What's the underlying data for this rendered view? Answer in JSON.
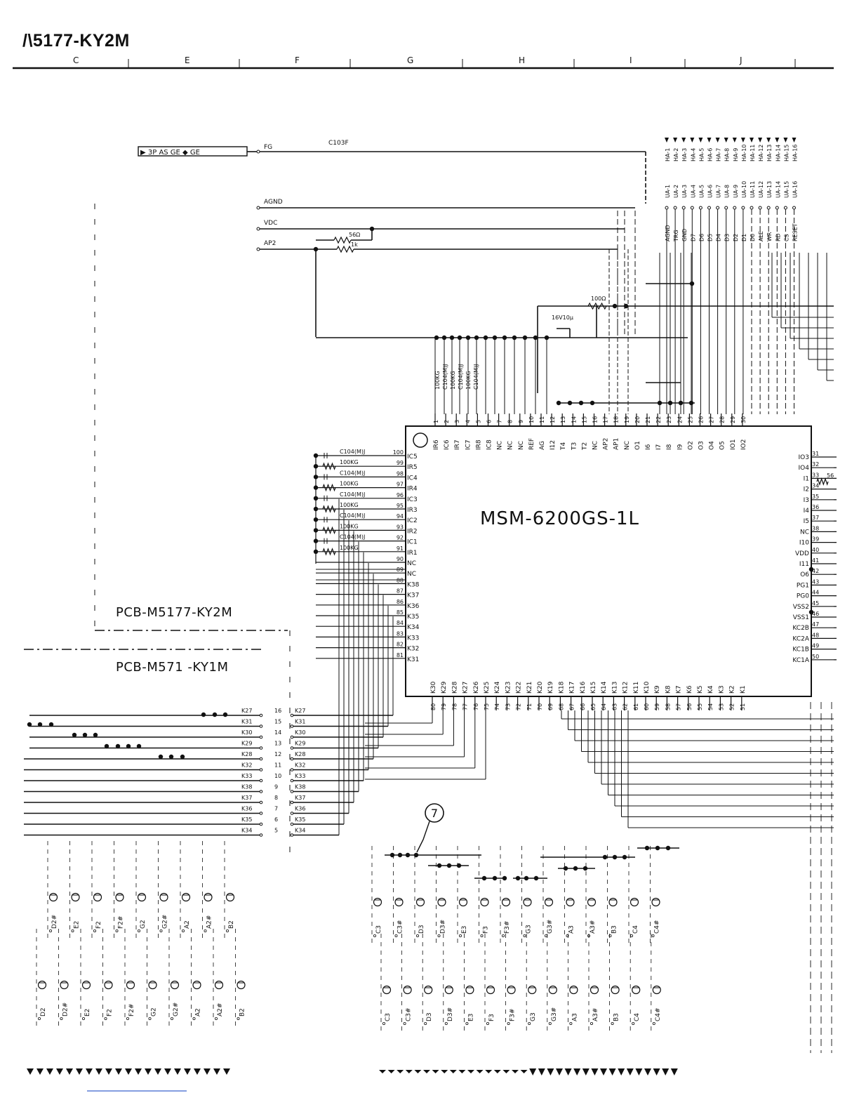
{
  "sheet": {
    "title": "/\\5177-KY2M",
    "columns": [
      "C",
      "E",
      "F",
      "G",
      "H",
      "I",
      "J"
    ]
  },
  "ic": {
    "part": "MSM-6200GS-1L",
    "pins_top": [
      [
        "1",
        "IR6"
      ],
      [
        "2",
        "IC6"
      ],
      [
        "3",
        "IR7"
      ],
      [
        "4",
        "IC7"
      ],
      [
        "5",
        "IR8"
      ],
      [
        "6",
        "IC8"
      ],
      [
        "7",
        "NC"
      ],
      [
        "8",
        "NC"
      ],
      [
        "9",
        "NC"
      ],
      [
        "10",
        "REF"
      ],
      [
        "11",
        "AG"
      ],
      [
        "12",
        "I12"
      ],
      [
        "13",
        "T4"
      ],
      [
        "14",
        "T3"
      ],
      [
        "15",
        "T2"
      ],
      [
        "16",
        "NC"
      ],
      [
        "17",
        "AP2"
      ],
      [
        "18",
        "AP1"
      ],
      [
        "19",
        "NC"
      ],
      [
        "20",
        "O1"
      ],
      [
        "21",
        "I6"
      ],
      [
        "22",
        "I7"
      ],
      [
        "23",
        "I8"
      ],
      [
        "24",
        "I9"
      ],
      [
        "25",
        "O2"
      ],
      [
        "26",
        "O3"
      ],
      [
        "27",
        "O4"
      ],
      [
        "28",
        "O5"
      ],
      [
        "29",
        "IO1"
      ],
      [
        "30",
        "IO2"
      ]
    ],
    "pins_right": [
      [
        "31",
        "IO3"
      ],
      [
        "32",
        "IO4"
      ],
      [
        "33",
        "I1"
      ],
      [
        "34",
        "I2"
      ],
      [
        "35",
        "I3"
      ],
      [
        "36",
        "I4"
      ],
      [
        "37",
        "I5"
      ],
      [
        "38",
        "NC"
      ],
      [
        "39",
        "I10"
      ],
      [
        "40",
        "VDD"
      ],
      [
        "41",
        "I11"
      ],
      [
        "42",
        "O6"
      ],
      [
        "43",
        "PG1"
      ],
      [
        "44",
        "PG0"
      ],
      [
        "45",
        "VSS2"
      ],
      [
        "46",
        "VSS1"
      ],
      [
        "47",
        "KC2B"
      ],
      [
        "48",
        "KC2A"
      ],
      [
        "49",
        "KC1B"
      ],
      [
        "50",
        "KC1A"
      ]
    ],
    "pins_left": [
      [
        "100",
        "IC5"
      ],
      [
        "99",
        "IR5"
      ],
      [
        "98",
        "IC4"
      ],
      [
        "97",
        "IR4"
      ],
      [
        "96",
        "IC3"
      ],
      [
        "95",
        "IR3"
      ],
      [
        "94",
        "IC2"
      ],
      [
        "93",
        "IR2"
      ],
      [
        "92",
        "IC1"
      ],
      [
        "91",
        "IR1"
      ],
      [
        "90",
        "NC"
      ],
      [
        "89",
        "NC"
      ],
      [
        "88",
        "K38"
      ],
      [
        "87",
        "K37"
      ],
      [
        "86",
        "K36"
      ],
      [
        "85",
        "K35"
      ],
      [
        "84",
        "K34"
      ],
      [
        "83",
        "K33"
      ],
      [
        "82",
        "K32"
      ],
      [
        "81",
        "K31"
      ]
    ],
    "pins_bottom": [
      [
        "80",
        "K30"
      ],
      [
        "79",
        "K29"
      ],
      [
        "78",
        "K28"
      ],
      [
        "77",
        "K27"
      ],
      [
        "76",
        "K26"
      ],
      [
        "75",
        "K25"
      ],
      [
        "74",
        "K24"
      ],
      [
        "73",
        "K23"
      ],
      [
        "72",
        "K22"
      ],
      [
        "71",
        "K21"
      ],
      [
        "70",
        "K20"
      ],
      [
        "69",
        "K19"
      ],
      [
        "68",
        "K18"
      ],
      [
        "67",
        "K17"
      ],
      [
        "66",
        "K16"
      ],
      [
        "65",
        "K15"
      ],
      [
        "64",
        "K14"
      ],
      [
        "63",
        "K13"
      ],
      [
        "62",
        "K12"
      ],
      [
        "61",
        "K11"
      ],
      [
        "60",
        "K10"
      ],
      [
        "59",
        "K9"
      ],
      [
        "58",
        "K8"
      ],
      [
        "57",
        "K7"
      ],
      [
        "56",
        "K6"
      ],
      [
        "55",
        "K5"
      ],
      [
        "54",
        "K4"
      ],
      [
        "53",
        "K3"
      ],
      [
        "52",
        "K2"
      ],
      [
        "51",
        "K1"
      ]
    ]
  },
  "left_components": [
    "C104(M)J",
    "100KG",
    "C104(M)J",
    "100KG",
    "C104(M)J",
    "100KG",
    "C104(M)J",
    "100KG",
    "C104(M)J",
    "100KG"
  ],
  "top_components": [
    "100KG",
    "C104(M)J",
    "100KG",
    "C104(M)J",
    "100KG",
    "C104(M)J"
  ],
  "power_nets": {
    "fg": "FG",
    "agnd": "AGND",
    "vdc": "VDC",
    "ap2": "AP2",
    "cap_fg": "C103F",
    "res_56": "56Ω",
    "res_1k": "1k",
    "res_100": "100Ω",
    "cap_16v": "16V10μ",
    "res_right": "56",
    "ribbon_connector": "▶ 3P AS  GE  ◆  GE"
  },
  "connector_labels": [
    "AGND",
    "TRG",
    "GND",
    "D7",
    "D6",
    "D5",
    "D4",
    "D3",
    "D2",
    "D1",
    "D0",
    "ALE",
    "WR",
    "RD",
    "CS",
    "RESET"
  ],
  "connector_pins": [
    [
      "UA-1",
      "HA-1"
    ],
    [
      "UA-2",
      "HA-2"
    ],
    [
      "UA-3",
      "HA-3"
    ],
    [
      "UA-4",
      "HA-4"
    ],
    [
      "UA-5",
      "HA-5"
    ],
    [
      "UA-6",
      "HA-6"
    ],
    [
      "UA-7",
      "HA-7"
    ],
    [
      "UA-8",
      "HA-8"
    ],
    [
      "UA-9",
      "HA-9"
    ],
    [
      "UA-10",
      "HA-10"
    ],
    [
      "UA-11",
      "HA-11"
    ],
    [
      "UA-12",
      "HA-12"
    ],
    [
      "UA-13",
      "HA-13"
    ],
    [
      "UA-14",
      "HA-14"
    ],
    [
      "UA-15",
      "HA-15"
    ],
    [
      "UA-16",
      "HA-16"
    ]
  ],
  "connector_rows": [
    [
      "K27",
      "16",
      "K27"
    ],
    [
      "K31",
      "15",
      "K31"
    ],
    [
      "K30",
      "14",
      "K30"
    ],
    [
      "K29",
      "13",
      "K29"
    ],
    [
      "K28",
      "12",
      "K28"
    ],
    [
      "K32",
      "11",
      "K32"
    ],
    [
      "K33",
      "10",
      "K33"
    ],
    [
      "K38",
      "9",
      "K38"
    ],
    [
      "K37",
      "8",
      "K37"
    ],
    [
      "K36",
      "7",
      "K36"
    ],
    [
      "K35",
      "6",
      "K35"
    ],
    [
      "K34",
      "5",
      "K34"
    ]
  ],
  "pcb_labels": [
    "PCB-M5177-KY2M",
    "PCB-M571 -KY1M"
  ],
  "callout": "7",
  "keys_left_a": [
    "D2#",
    "E2",
    "F2",
    "F2#",
    "G2",
    "G2#",
    "A2",
    "A2#",
    "B2"
  ],
  "keys_left_b": [
    "D2",
    "D2#",
    "E2",
    "F2",
    "F2#",
    "G2",
    "G2#",
    "A2",
    "A2#",
    "B2"
  ],
  "keys_center": [
    "C3",
    "C3#",
    "D3",
    "D3#",
    "E3",
    "F3",
    "F3#",
    "G3",
    "G3#",
    "A3",
    "A3#",
    "B3",
    "C4",
    "C4#"
  ]
}
